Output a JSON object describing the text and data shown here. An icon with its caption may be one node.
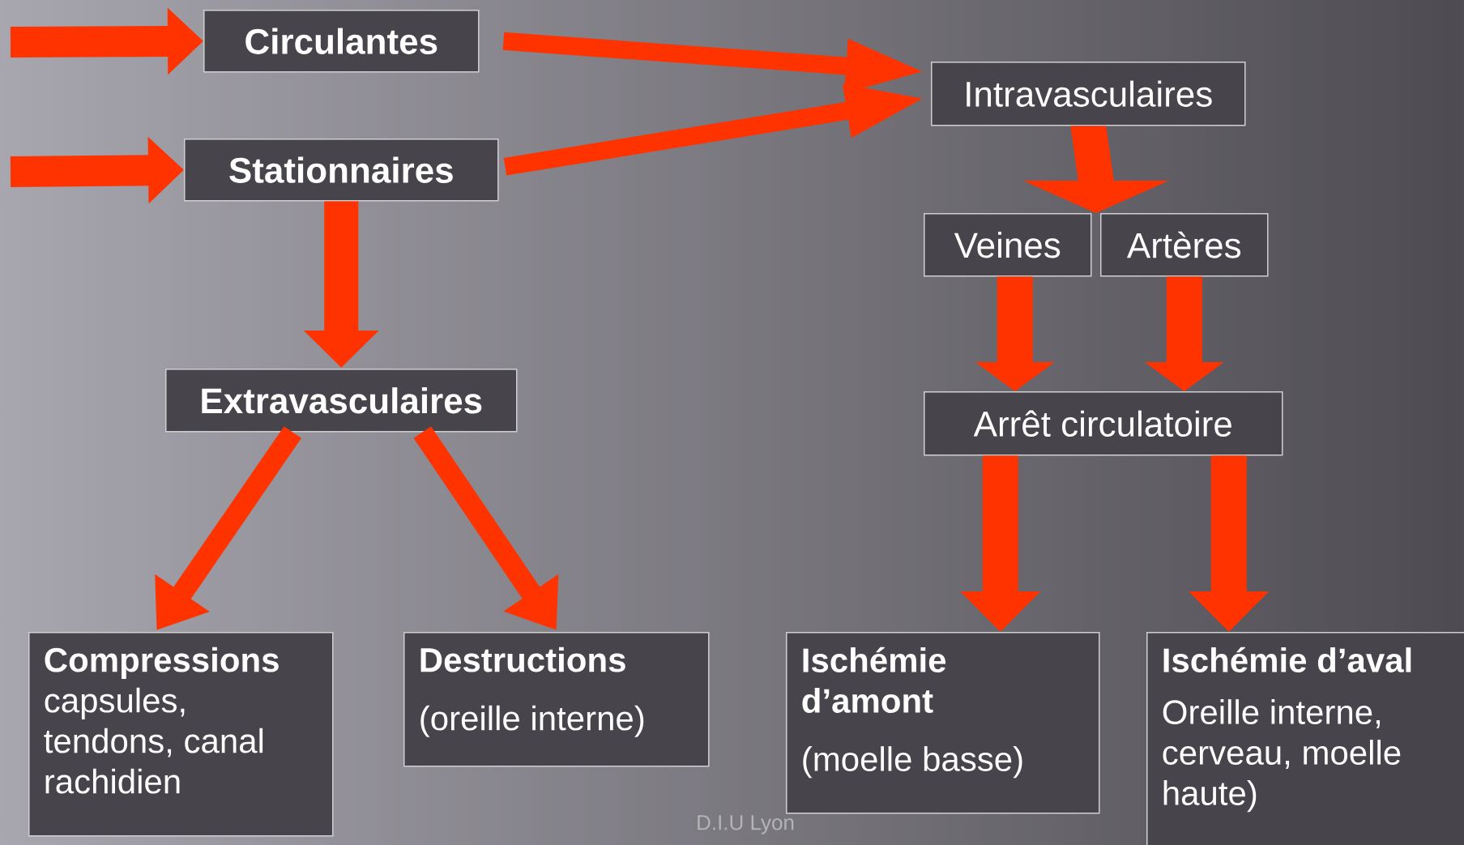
{
  "diagram": {
    "nodes": [
      {
        "text": [
          "Circulantes"
        ]
      },
      {
        "text": [
          "Stationnaires"
        ]
      },
      {
        "text": [
          "Intravasculaires"
        ]
      },
      {
        "text": [
          "Veines"
        ]
      },
      {
        "text": [
          "Artères"
        ]
      },
      {
        "text": [
          "Extravasculaires"
        ]
      },
      {
        "text": [
          "Arrêt circulatoire"
        ]
      },
      {
        "text": [
          "Compressions",
          "capsules, tendons, canal rachidien"
        ]
      },
      {
        "text": [
          "Destructions",
          "(oreille interne)"
        ]
      },
      {
        "text": [
          "Ischémie d’amont",
          "(moelle basse)"
        ]
      },
      {
        "text": [
          "Ischémie d’aval",
          "Oreille interne, cerveau, moelle haute)"
        ]
      }
    ],
    "edges": [
      {
        "from": null,
        "to": 0,
        "arrow": "to"
      },
      {
        "from": null,
        "to": 1,
        "arrow": "to"
      },
      {
        "from": 0,
        "to": 2,
        "arrow": "to"
      },
      {
        "from": 1,
        "to": 2,
        "arrow": "to"
      },
      {
        "from": 2,
        "to": 3,
        "arrow": "to"
      },
      {
        "from": 2,
        "to": 4,
        "arrow": "to"
      },
      {
        "from": 3,
        "to": 6,
        "arrow": "to"
      },
      {
        "from": 4,
        "to": 6,
        "arrow": "to"
      },
      {
        "from": 1,
        "to": 5,
        "arrow": "to"
      },
      {
        "from": 5,
        "to": 7,
        "arrow": "to"
      },
      {
        "from": 5,
        "to": 8,
        "arrow": "to"
      },
      {
        "from": 6,
        "to": 9,
        "arrow": "to"
      },
      {
        "from": 6,
        "to": 10,
        "arrow": "to"
      }
    ],
    "labels": [
      "D.I.U Lyon"
    ]
  }
}
